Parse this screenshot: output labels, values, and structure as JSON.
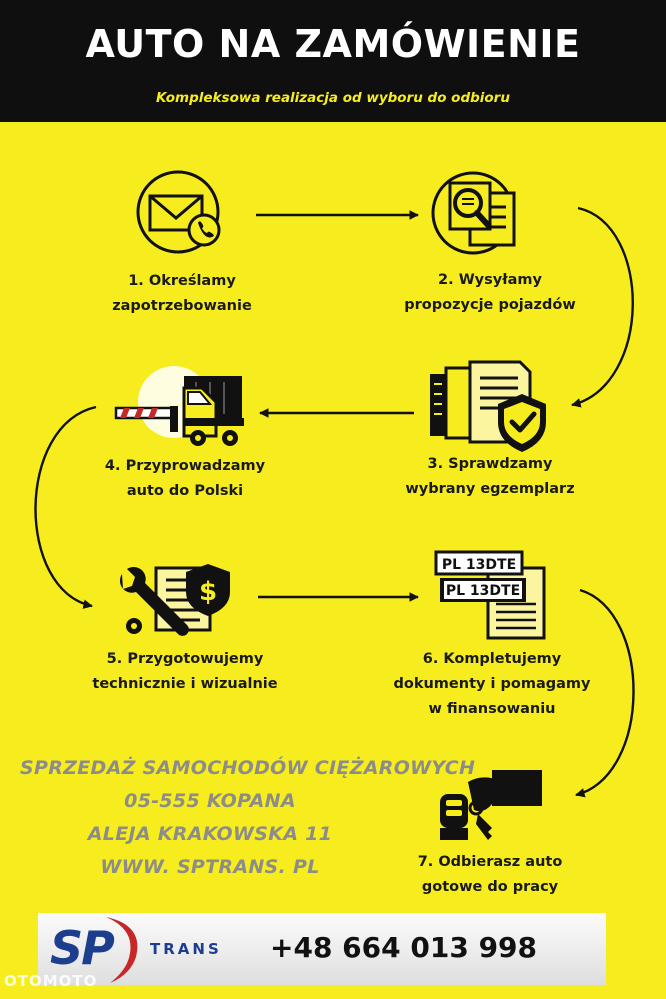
{
  "header": {
    "title": "AUTO NA ZAMÓWIENIE",
    "subtitle": "Kompleksowa realizacja od wyboru do odbioru"
  },
  "steps": [
    {
      "line1": "1. Określamy",
      "line2": "zapotrzebowanie",
      "icon": "envelope-phone-icon"
    },
    {
      "line1": "2. Wysyłamy",
      "line2": "propozycje pojazdów",
      "icon": "document-magnifier-icon"
    },
    {
      "line1": "3. Sprawdzamy",
      "line2": "wybrany egzemplarz",
      "icon": "documents-shield-check-icon"
    },
    {
      "line1": "4. Przyprowadzamy",
      "line2": "auto do Polski",
      "icon": "truck-barrier-icon"
    },
    {
      "line1": "5. Przygotowujemy",
      "line2": "technicznie i wizualnie",
      "icon": "wrench-invoice-icon"
    },
    {
      "line1": "6. Kompletujemy",
      "line2": "dokumenty i pomagamy",
      "line3": "w finansowaniu",
      "icon": "license-plates-icon",
      "plate_text": "PL 13DTE"
    },
    {
      "line1": "7. Odbierasz auto",
      "line2": "gotowe do pracy",
      "icon": "hand-car-key-icon"
    }
  ],
  "company": {
    "line1": "SPRZEDAŻ SAMOCHODÓW CIĘŻAROWYCH",
    "line2": "05-555 KOPANA",
    "line3": "ALEJA KRAKOWSKA 11",
    "line4": "WWW. SPTRANS. PL"
  },
  "footer": {
    "logo_sp": "SP",
    "logo_trans": "TRANS",
    "phone": "+48 664 013 998"
  },
  "watermark": "OTOMOTO",
  "colors": {
    "background": "#f7ed1e",
    "header_bg": "#0f0f0f",
    "subtitle": "#f7ed1e",
    "company_text": "#8c8c8a",
    "logo_blue": "#1d3d8f",
    "logo_red": "#c62828"
  }
}
